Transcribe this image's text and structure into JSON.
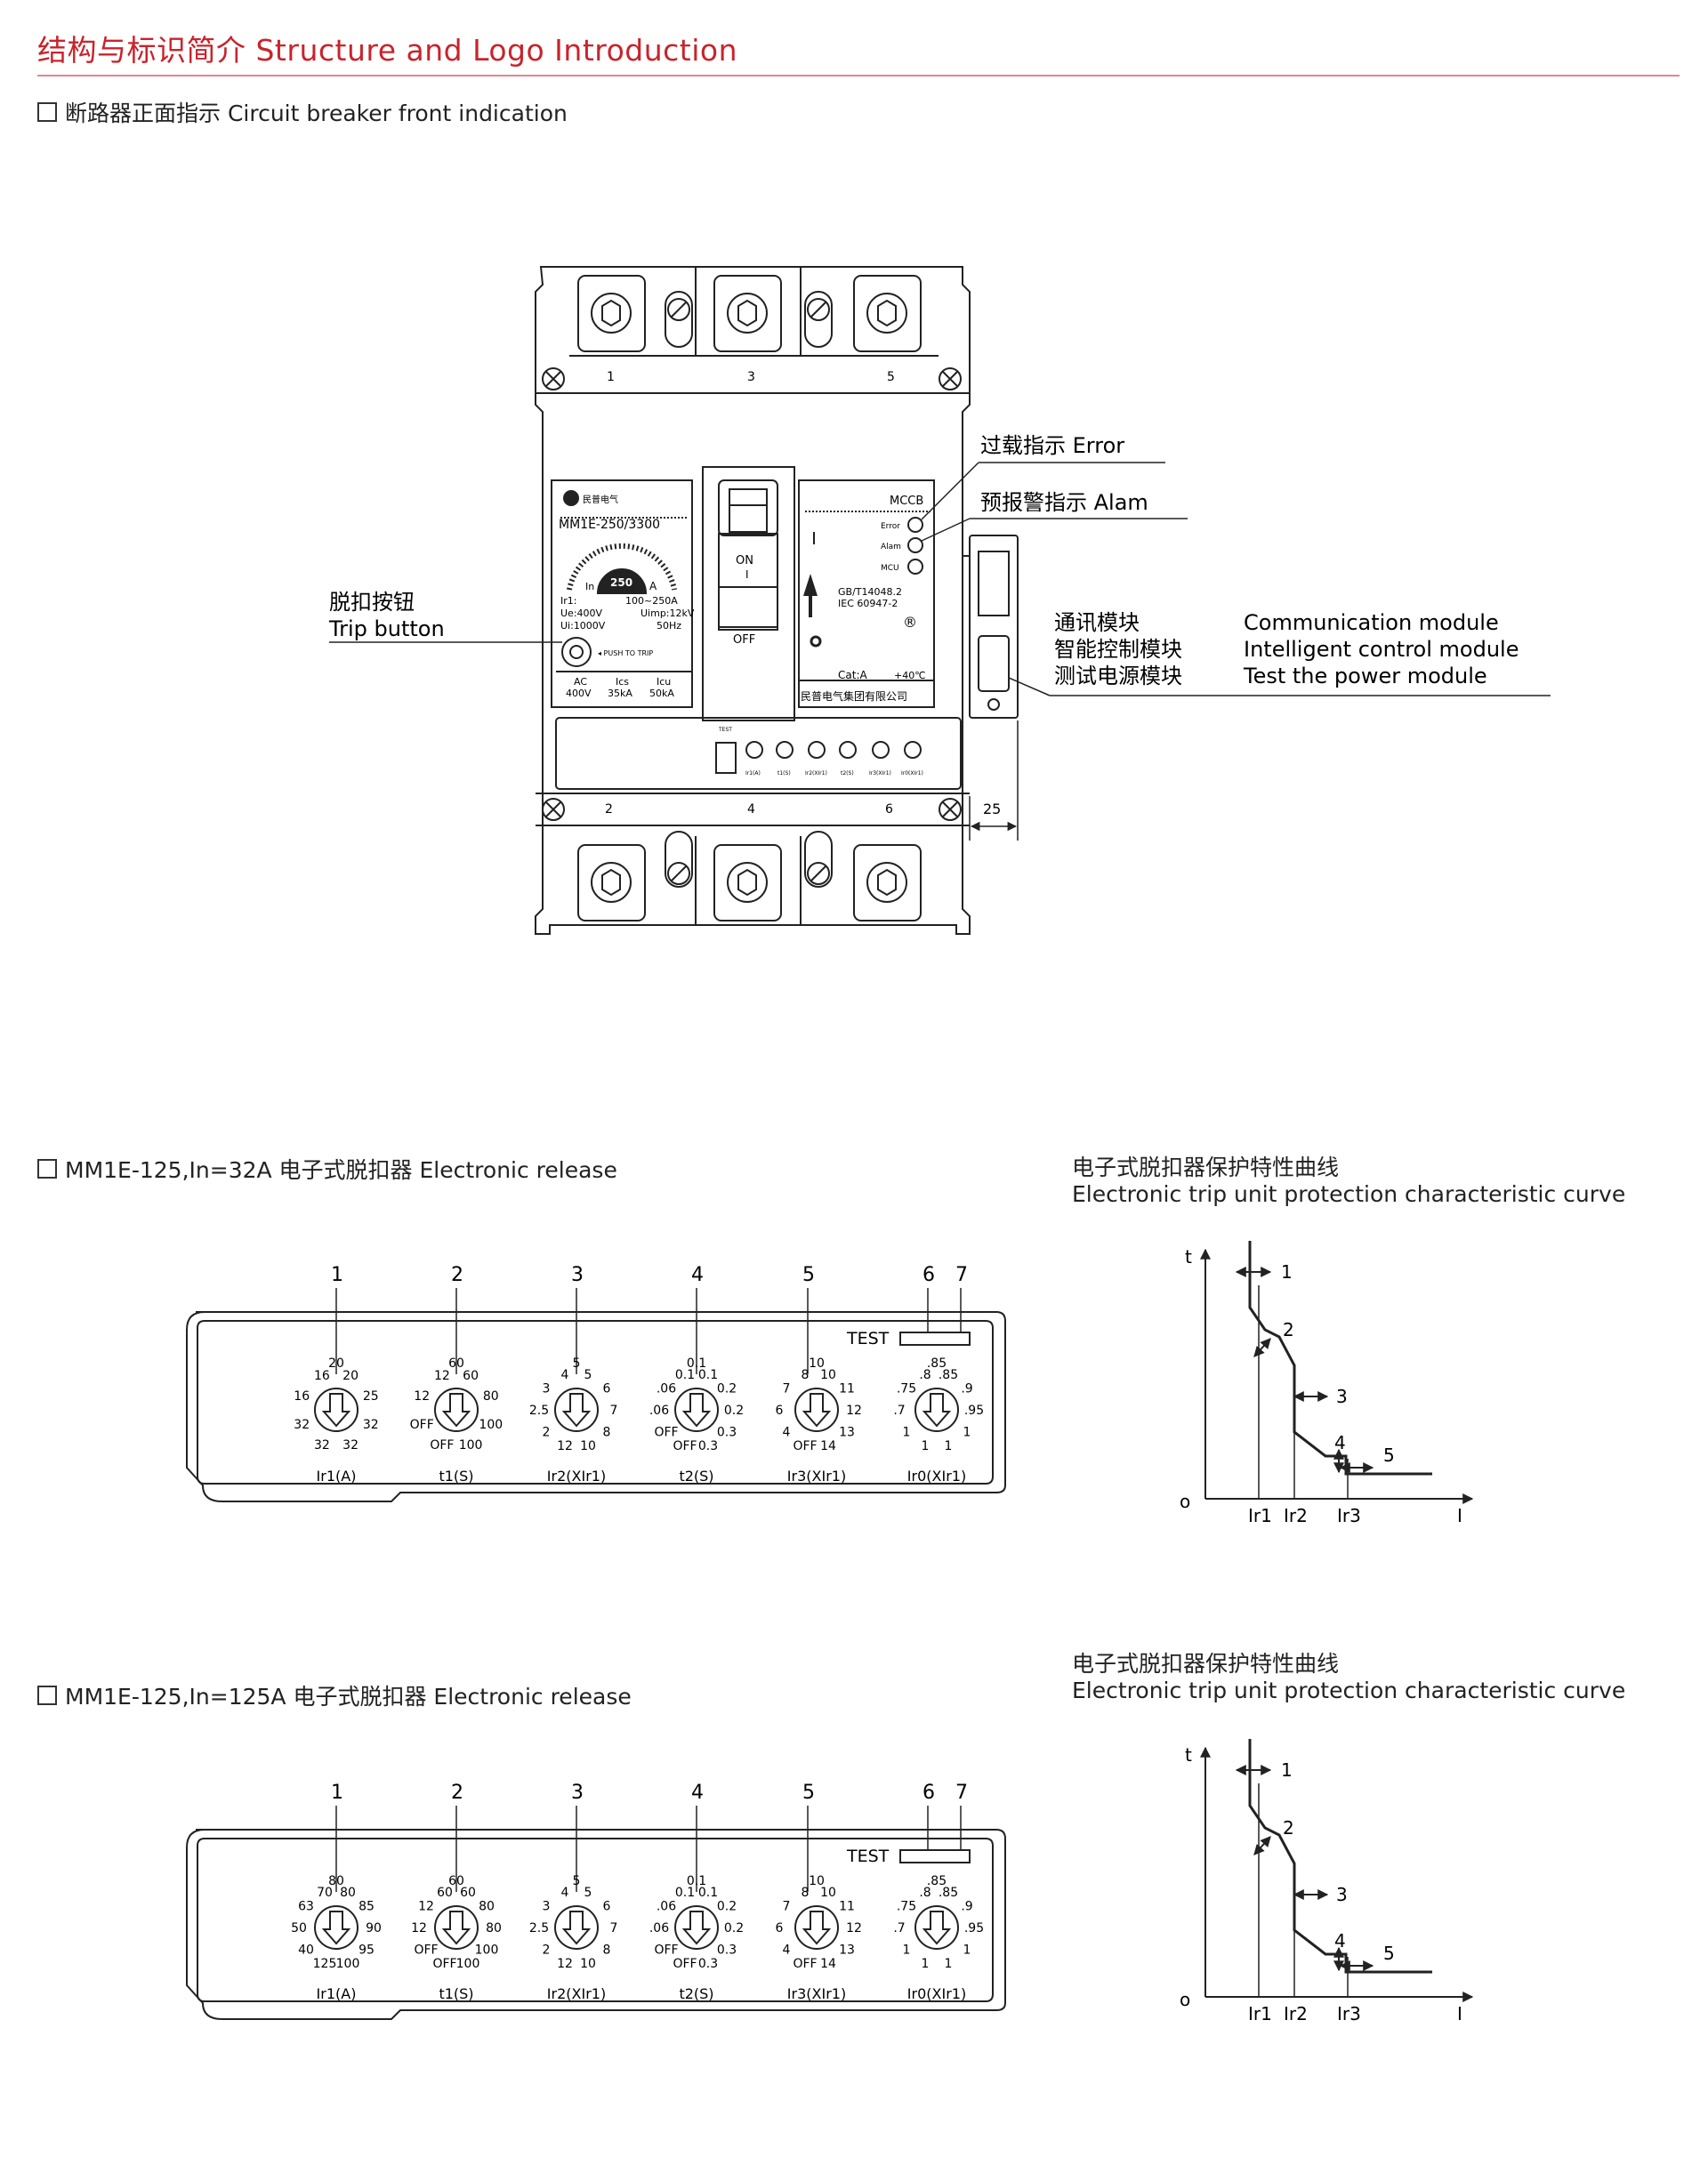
{
  "page_title": "结构与标识简介 Structure and Logo Introduction",
  "front_section": {
    "heading": "断路器正面指示 Circuit breaker front indication",
    "terminals_top": [
      "1",
      "3",
      "5"
    ],
    "terminals_bottom": [
      "2",
      "4",
      "6"
    ],
    "nameplate": {
      "brand": "民普电气",
      "model": "MM1E-250/3300",
      "in_label": "In",
      "in_value": "250",
      "in_unit": "A",
      "ir1_label": "Ir1:",
      "ir1_range": "100~250A",
      "ue": "Ue:400V",
      "uimp": "Uimp:12kV",
      "ui": "Ui:1000V",
      "freq": "50Hz",
      "push_to_trip": "◂ PUSH TO TRIP",
      "ratings_header": [
        "AC",
        "Ics",
        "Icu"
      ],
      "ratings_values": [
        "400V",
        "35kA",
        "50kA"
      ]
    },
    "handle": {
      "on_label": "ON",
      "on_symbol": "I",
      "off_label": "OFF"
    },
    "right_plate": {
      "mccb": "MCCB",
      "leds": [
        "Error",
        "Alam",
        "MCU"
      ],
      "standard1": "GB/T14048.2",
      "standard2": "IEC 60947-2",
      "registered": "®",
      "cat": "Cat:A",
      "temp": "+40℃",
      "company": "民普电气集团有限公司"
    },
    "release_panel": {
      "test": "TEST",
      "small_dials": [
        "Ir1(A)",
        "t1(S)",
        "Ir2(XIr1)",
        "t2(S)",
        "Ir3(XIr1)",
        "Ir0(XIr1)"
      ]
    },
    "dimension": "25",
    "callouts": {
      "error": "过载指示 Error",
      "alarm": "预报警指示 Alam",
      "trip_cn": "脱扣按钮",
      "trip_en": "Trip button",
      "comm_cn": "通讯模块",
      "comm_en": "Communication module",
      "intel_cn": "智能控制模块",
      "intel_en": "Intelligent control module",
      "test_cn": "测试电源模块",
      "test_en": "Test the power module"
    }
  },
  "release_32A": {
    "heading": "MM1E-125,In=32A 电子式脱扣器 Electronic release",
    "numbers": [
      "1",
      "2",
      "3",
      "4",
      "5",
      "6",
      "7"
    ],
    "test": "TEST",
    "dials": [
      {
        "label": "Ir1(A)",
        "marks": [
          "20",
          "25",
          "32",
          "32",
          "32",
          "32",
          "16",
          "16"
        ],
        "top": "20"
      },
      {
        "label": "t1(S)",
        "marks": [
          "60",
          "80",
          "100",
          "100",
          "OFF",
          "OFF",
          "12",
          "12"
        ],
        "top": "60"
      },
      {
        "label": "Ir2(XIr1)",
        "marks": [
          "5",
          "6",
          "7",
          "8",
          "10",
          "12",
          "2",
          "2.5",
          "3",
          "4"
        ],
        "top": "5"
      },
      {
        "label": "t2(S)",
        "marks": [
          "0.1",
          "0.2",
          "0.2",
          "0.3",
          "0.3",
          "OFF",
          "OFF",
          ".06",
          ".06",
          "0.1"
        ],
        "top": "0.1"
      },
      {
        "label": "Ir3(XIr1)",
        "marks": [
          "10",
          "11",
          "12",
          "13",
          "14",
          "OFF",
          "4",
          "6",
          "7",
          "8"
        ],
        "top": "10"
      },
      {
        "label": "Ir0(XIr1)",
        "marks": [
          ".85",
          ".9",
          ".95",
          "1",
          "1",
          "1",
          "1",
          ".7",
          ".75",
          ".8"
        ],
        "top": ".85"
      }
    ]
  },
  "release_125A": {
    "heading": "MM1E-125,In=125A 电子式脱扣器 Electronic release",
    "numbers": [
      "1",
      "2",
      "3",
      "4",
      "5",
      "6",
      "7"
    ],
    "test": "TEST",
    "dials": [
      {
        "label": "Ir1(A)",
        "marks": [
          "80",
          "85",
          "90",
          "95",
          "100",
          "125",
          "40",
          "50",
          "63",
          "70"
        ],
        "top": "80"
      },
      {
        "label": "t1(S)",
        "marks": [
          "60",
          "80",
          "80",
          "100",
          "100",
          "OFF",
          "OFF",
          "12",
          "12",
          "60"
        ],
        "top": "60"
      },
      {
        "label": "Ir2(XIr1)",
        "marks": [
          "5",
          "6",
          "7",
          "8",
          "10",
          "12",
          "2",
          "2.5",
          "3",
          "4"
        ],
        "top": "5"
      },
      {
        "label": "t2(S)",
        "marks": [
          "0.1",
          "0.2",
          "0.2",
          "0.3",
          "0.3",
          "OFF",
          "OFF",
          ".06",
          ".06",
          "0.1"
        ],
        "top": "0.1"
      },
      {
        "label": "Ir3(XIr1)",
        "marks": [
          "10",
          "11",
          "12",
          "13",
          "14",
          "OFF",
          "4",
          "6",
          "7",
          "8"
        ],
        "top": "10"
      },
      {
        "label": "Ir0(XIr1)",
        "marks": [
          ".85",
          ".9",
          ".95",
          "1",
          "1",
          "1",
          "1",
          ".7",
          ".75",
          ".8"
        ],
        "top": ".85"
      }
    ]
  },
  "curve_1": {
    "title_cn": "电子式脱扣器保护特性曲线",
    "title_en": "Electronic trip unit protection characteristic curve",
    "t": "t",
    "o": "o",
    "i": "I",
    "x_ticks": [
      "Ir1",
      "Ir2",
      "Ir3"
    ],
    "markers": [
      "1",
      "2",
      "3",
      "4",
      "5"
    ]
  },
  "curve_2": {
    "title_cn": "电子式脱扣器保护特性曲线",
    "title_en": "Electronic trip unit protection characteristic curve",
    "t": "t",
    "o": "o",
    "i": "I",
    "x_ticks": [
      "Ir1",
      "Ir2",
      "Ir3"
    ],
    "markers": [
      "1",
      "2",
      "3",
      "4",
      "5"
    ]
  }
}
